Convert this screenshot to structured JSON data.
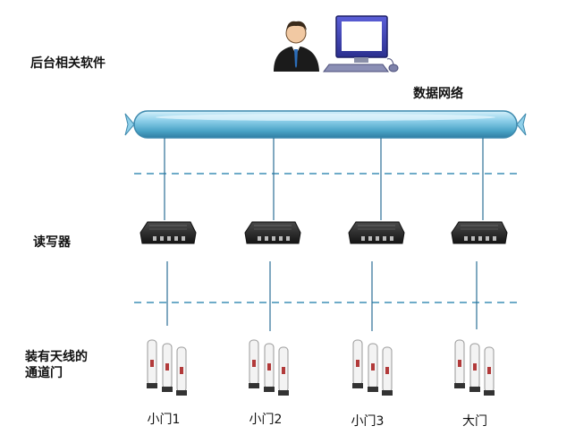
{
  "labels": {
    "software": "后台相关软件",
    "network": "数据网络",
    "reader": "读写器",
    "gate_line1": "装有天线的",
    "gate_line2": "通道门"
  },
  "gates": [
    "小门1",
    "小门2",
    "小门3",
    "大门"
  ],
  "colors": {
    "network_pipe": "#5aa9c8",
    "network_pipe_light": "#a8dbef",
    "dashed": "#3f8fb5",
    "connector": "#2b6f96",
    "reader_body": "#2a2a2a",
    "monitor": "#3b3fb0"
  }
}
